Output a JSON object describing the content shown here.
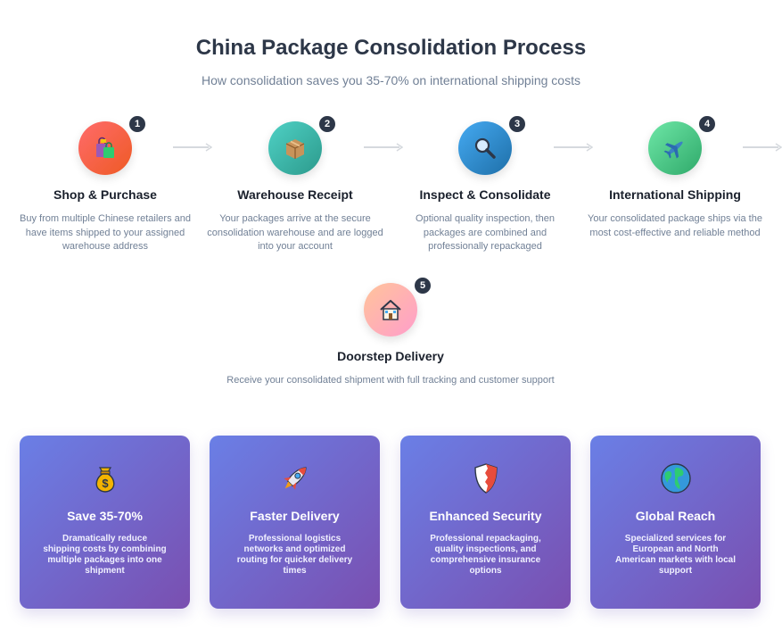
{
  "header": {
    "title": "China Package Consolidation Process",
    "subtitle": "How consolidation saves you 35-70% on international shipping costs"
  },
  "steps": [
    {
      "number": "1",
      "icon": "shopping-bags-icon",
      "title": "Shop & Purchase",
      "description": "Buy from multiple Chinese retailers and have items shipped to your assigned warehouse address"
    },
    {
      "number": "2",
      "icon": "package-icon",
      "title": "Warehouse Receipt",
      "description": "Your packages arrive at the secure consolidation warehouse and are logged into your account"
    },
    {
      "number": "3",
      "icon": "magnifier-icon",
      "title": "Inspect & Consolidate",
      "description": "Optional quality inspection, then packages are combined and professionally repackaged"
    },
    {
      "number": "4",
      "icon": "airplane-icon",
      "title": "International Shipping",
      "description": "Your consolidated package ships via the most cost-effective and reliable method"
    },
    {
      "number": "5",
      "icon": "house-icon",
      "title": "Doorstep Delivery",
      "description": "Receive your consolidated shipment with full tracking and customer support"
    }
  ],
  "benefits": [
    {
      "icon": "money-bag-icon",
      "title": "Save 35-70%",
      "description": "Dramatically reduce shipping costs by combining multiple packages into one shipment"
    },
    {
      "icon": "rocket-icon",
      "title": "Faster Delivery",
      "description": "Professional logistics networks and optimized routing for quicker delivery times"
    },
    {
      "icon": "shield-icon",
      "title": "Enhanced Security",
      "description": "Professional repackaging, quality inspections, and comprehensive insurance options"
    },
    {
      "icon": "globe-icon",
      "title": "Global Reach",
      "description": "Specialized services for European and North American markets with local support"
    }
  ],
  "colors": {
    "step1": "#ee5a24",
    "step2": "#2c9a8c",
    "step3": "#1e6fa8",
    "step4": "#2fa96a",
    "step5": "#ff9ecb",
    "card_start": "#6a7fe6",
    "card_end": "#7a4fb0",
    "badge": "#2d3748"
  }
}
